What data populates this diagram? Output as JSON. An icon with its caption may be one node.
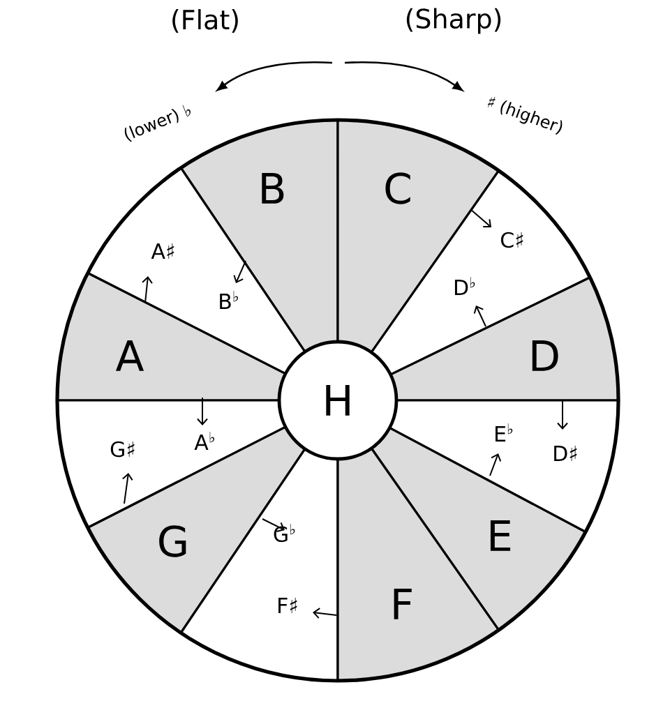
{
  "diagram": {
    "nodes": [
      {
        "text": [
          "B"
        ]
      },
      {
        "text": [
          "C"
        ]
      },
      {
        "text": [
          "A♯",
          "B$^{♭}$"
        ]
      },
      {
        "text": [
          "C♯",
          "D$^{♭}$"
        ]
      },
      {
        "text": [
          "A"
        ]
      },
      {
        "text": [
          "H"
        ]
      },
      {
        "text": [
          "D"
        ]
      },
      {
        "text": [
          "G♯",
          "A$^{♭}$"
        ]
      },
      {
        "text": [
          "E$^{♭}$",
          "D♯"
        ]
      },
      {
        "text": [
          "G"
        ]
      },
      {
        "text": [
          "E"
        ]
      },
      {
        "text": [
          "G$^{♭}$",
          "F♯"
        ]
      },
      {
        "text": [
          "F"
        ]
      }
    ],
    "edges": [
      {
        "from": 4,
        "to": 2,
        "arrow": "to"
      },
      {
        "from": 0,
        "to": 2,
        "arrow": "to"
      },
      {
        "from": 1,
        "to": 3,
        "arrow": "to"
      },
      {
        "from": 6,
        "to": 3,
        "arrow": "to"
      },
      {
        "from": 4,
        "to": 7,
        "arrow": "to"
      },
      {
        "from": 9,
        "to": 7,
        "arrow": "to"
      },
      {
        "from": 10,
        "to": 8,
        "arrow": "to"
      },
      {
        "from": 6,
        "to": 8,
        "arrow": "to"
      },
      {
        "from": 9,
        "to": 11,
        "arrow": "to"
      },
      {
        "from": 12,
        "to": 11,
        "arrow": "to"
      }
    ],
    "labels": [
      "(Flat)",
      "(Sharp)",
      "(lower) ♭",
      "♯ (higher)"
    ]
  }
}
